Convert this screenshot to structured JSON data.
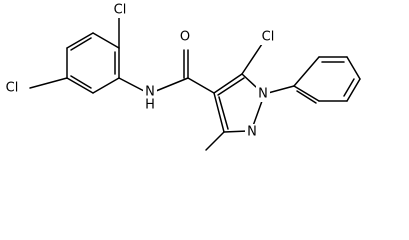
{
  "atoms": {
    "cl_left": "Cl",
    "cl_top_left": "Cl",
    "nh": "N",
    "h": "H",
    "o": "O",
    "cl_right": "Cl",
    "n1": "N",
    "n2": "N"
  },
  "colors": {
    "bond": "#000000",
    "label": "#000000",
    "background": "#ffffff"
  }
}
